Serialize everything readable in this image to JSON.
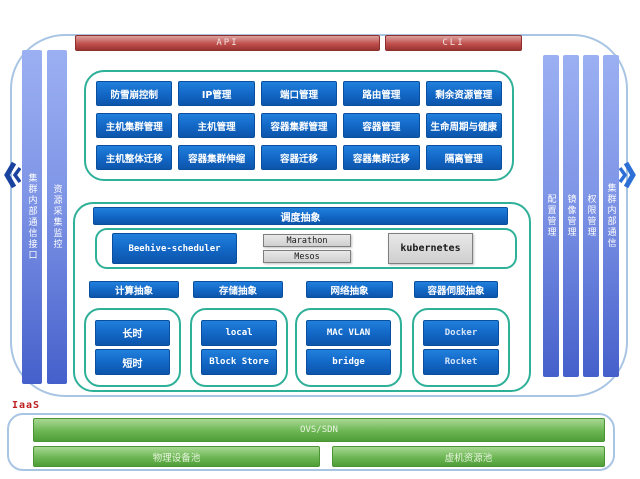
{
  "top_bars": {
    "api": "API",
    "cli": "CLI"
  },
  "left_rail": {
    "bars": [
      "集群内部通信接口",
      "资源采集监控"
    ]
  },
  "right_rail": {
    "bars": [
      "配置管理",
      "镜像管理",
      "权限管理",
      "集群内部通信"
    ]
  },
  "function_grid": {
    "rows": [
      [
        "防雪崩控制",
        "IP管理",
        "端口管理",
        "路由管理",
        "剩余资源管理"
      ],
      [
        "主机集群管理",
        "主机管理",
        "容器集群管理",
        "容器管理",
        "生命周期与健康"
      ],
      [
        "主机整体迁移",
        "容器集群伸缩",
        "容器迁移",
        "容器集群迁移",
        "隔离管理"
      ]
    ]
  },
  "scheduling": {
    "title": "调度抽象",
    "primary_scheduler": "Beehive-scheduler",
    "alt_schedulers": [
      "Marathon",
      "Mesos",
      "kubernetes"
    ]
  },
  "abstractions": [
    {
      "title": "计算抽象",
      "items": [
        "长时",
        "短时"
      ]
    },
    {
      "title": "存储抽象",
      "items": [
        "local",
        "Block Store"
      ]
    },
    {
      "title": "网络抽象",
      "items": [
        "MAC VLAN",
        "bridge"
      ]
    },
    {
      "title": "容器伺服抽象",
      "items": [
        "Docker",
        "Rocket"
      ]
    }
  ],
  "iaas": {
    "label": "IaaS",
    "network_layer": "OVS/SDN",
    "pools": [
      "物理设备池",
      "虚机资源池"
    ]
  },
  "icons": {
    "left_arrow": "double-chevron-left",
    "right_arrow": "double-chevron-right"
  },
  "colors": {
    "blue": "#1266c4",
    "teal": "#2fb099",
    "red": "#c0504d",
    "green": "#5fad46",
    "frame": "#a9c5e4",
    "rail": "#6e8ee4"
  }
}
